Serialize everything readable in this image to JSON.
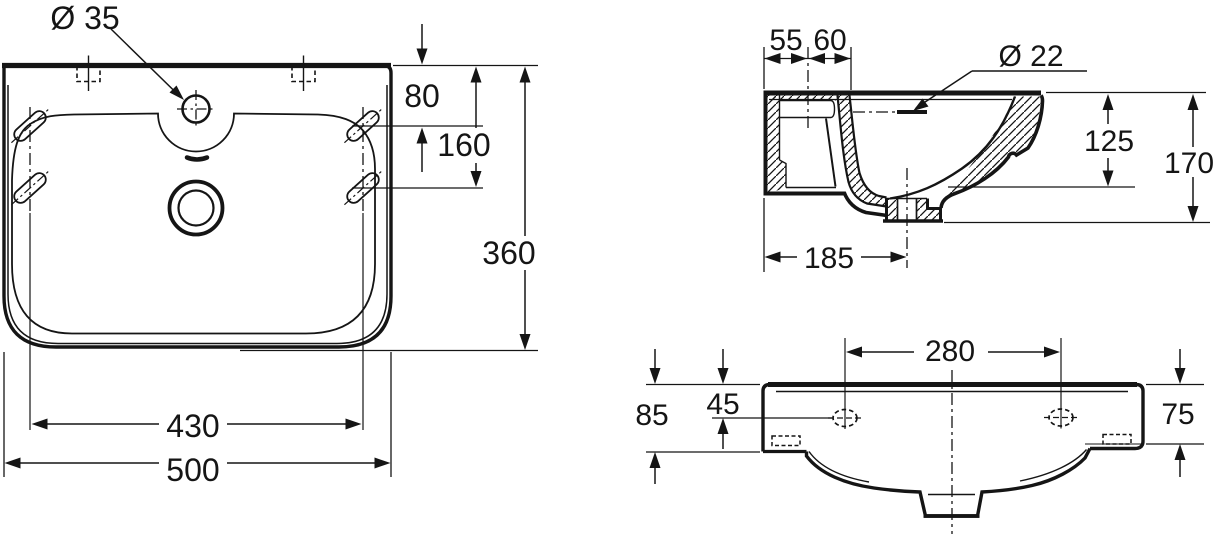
{
  "views": {
    "front": {
      "tap_hole_diameter": "Ø 35",
      "top_to_upper_fixing": "80",
      "top_to_lower_fixing": "160",
      "overall_height": "360",
      "fixing_slot_centers": "430",
      "overall_width": "500"
    },
    "side": {
      "back_to_fixing_axis": "55",
      "fixing_axis_to_bowl": "60",
      "fixing_hole_diameter": "Ø 22",
      "top_to_bowl_underside": "125",
      "overall_height": "170",
      "back_to_drain_axis": "185"
    },
    "bottom": {
      "tap_deck_hole_centers": "280",
      "overall_depth_left": "85",
      "back_to_hole_axis": "45",
      "overall_depth_right": "75"
    }
  }
}
